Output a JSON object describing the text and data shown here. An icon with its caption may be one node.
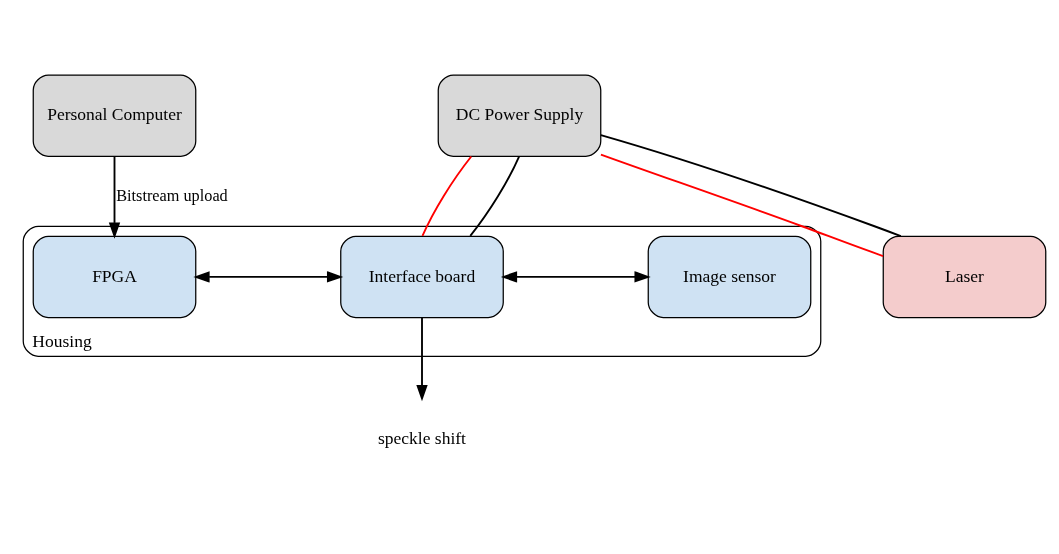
{
  "diagram": {
    "nodes": [
      {
        "text": [
          "Personal Computer"
        ]
      },
      {
        "text": [
          "DC Power Supply"
        ]
      },
      {
        "text": [
          "Housing"
        ]
      },
      {
        "text": [
          "FPGA"
        ],
        "in": 2
      },
      {
        "text": [
          "Interface board"
        ],
        "in": 2
      },
      {
        "text": [
          "Image sensor"
        ],
        "in": 2
      },
      {
        "text": [
          "Laser"
        ]
      },
      {
        "text": [
          "speckle shift"
        ]
      }
    ],
    "edges": [
      {
        "from": 0,
        "to": 3,
        "arrow": "to",
        "label": "Bitstream upload"
      },
      {
        "from": 3,
        "to": 4,
        "arrow": "both"
      },
      {
        "from": 4,
        "to": 5,
        "arrow": "both"
      },
      {
        "from": 1,
        "to": 4,
        "arrow": "none",
        "color": "#ff0000"
      },
      {
        "from": 1,
        "to": 4,
        "arrow": "none"
      },
      {
        "from": 1,
        "to": 6,
        "arrow": "none",
        "color": "#ff0000"
      },
      {
        "from": 1,
        "to": 6,
        "arrow": "none"
      },
      {
        "from": 4,
        "to": 7,
        "arrow": "to"
      }
    ]
  }
}
